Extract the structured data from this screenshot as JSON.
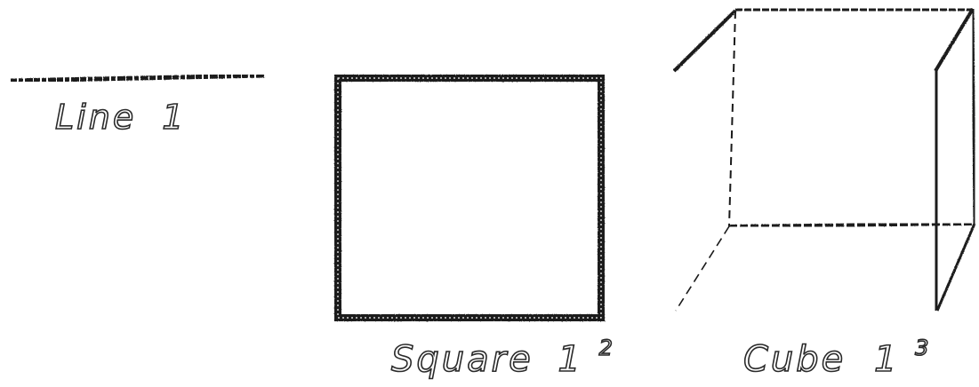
{
  "figures": {
    "line": {
      "label": "Line",
      "power": "1"
    },
    "square": {
      "label": "Square",
      "base": "1",
      "exponent": "2"
    },
    "cube": {
      "label": "Cube",
      "base": "1",
      "exponent": "3"
    }
  },
  "colors": {
    "ink": "#1a1a1a",
    "background": "#ffffff"
  }
}
